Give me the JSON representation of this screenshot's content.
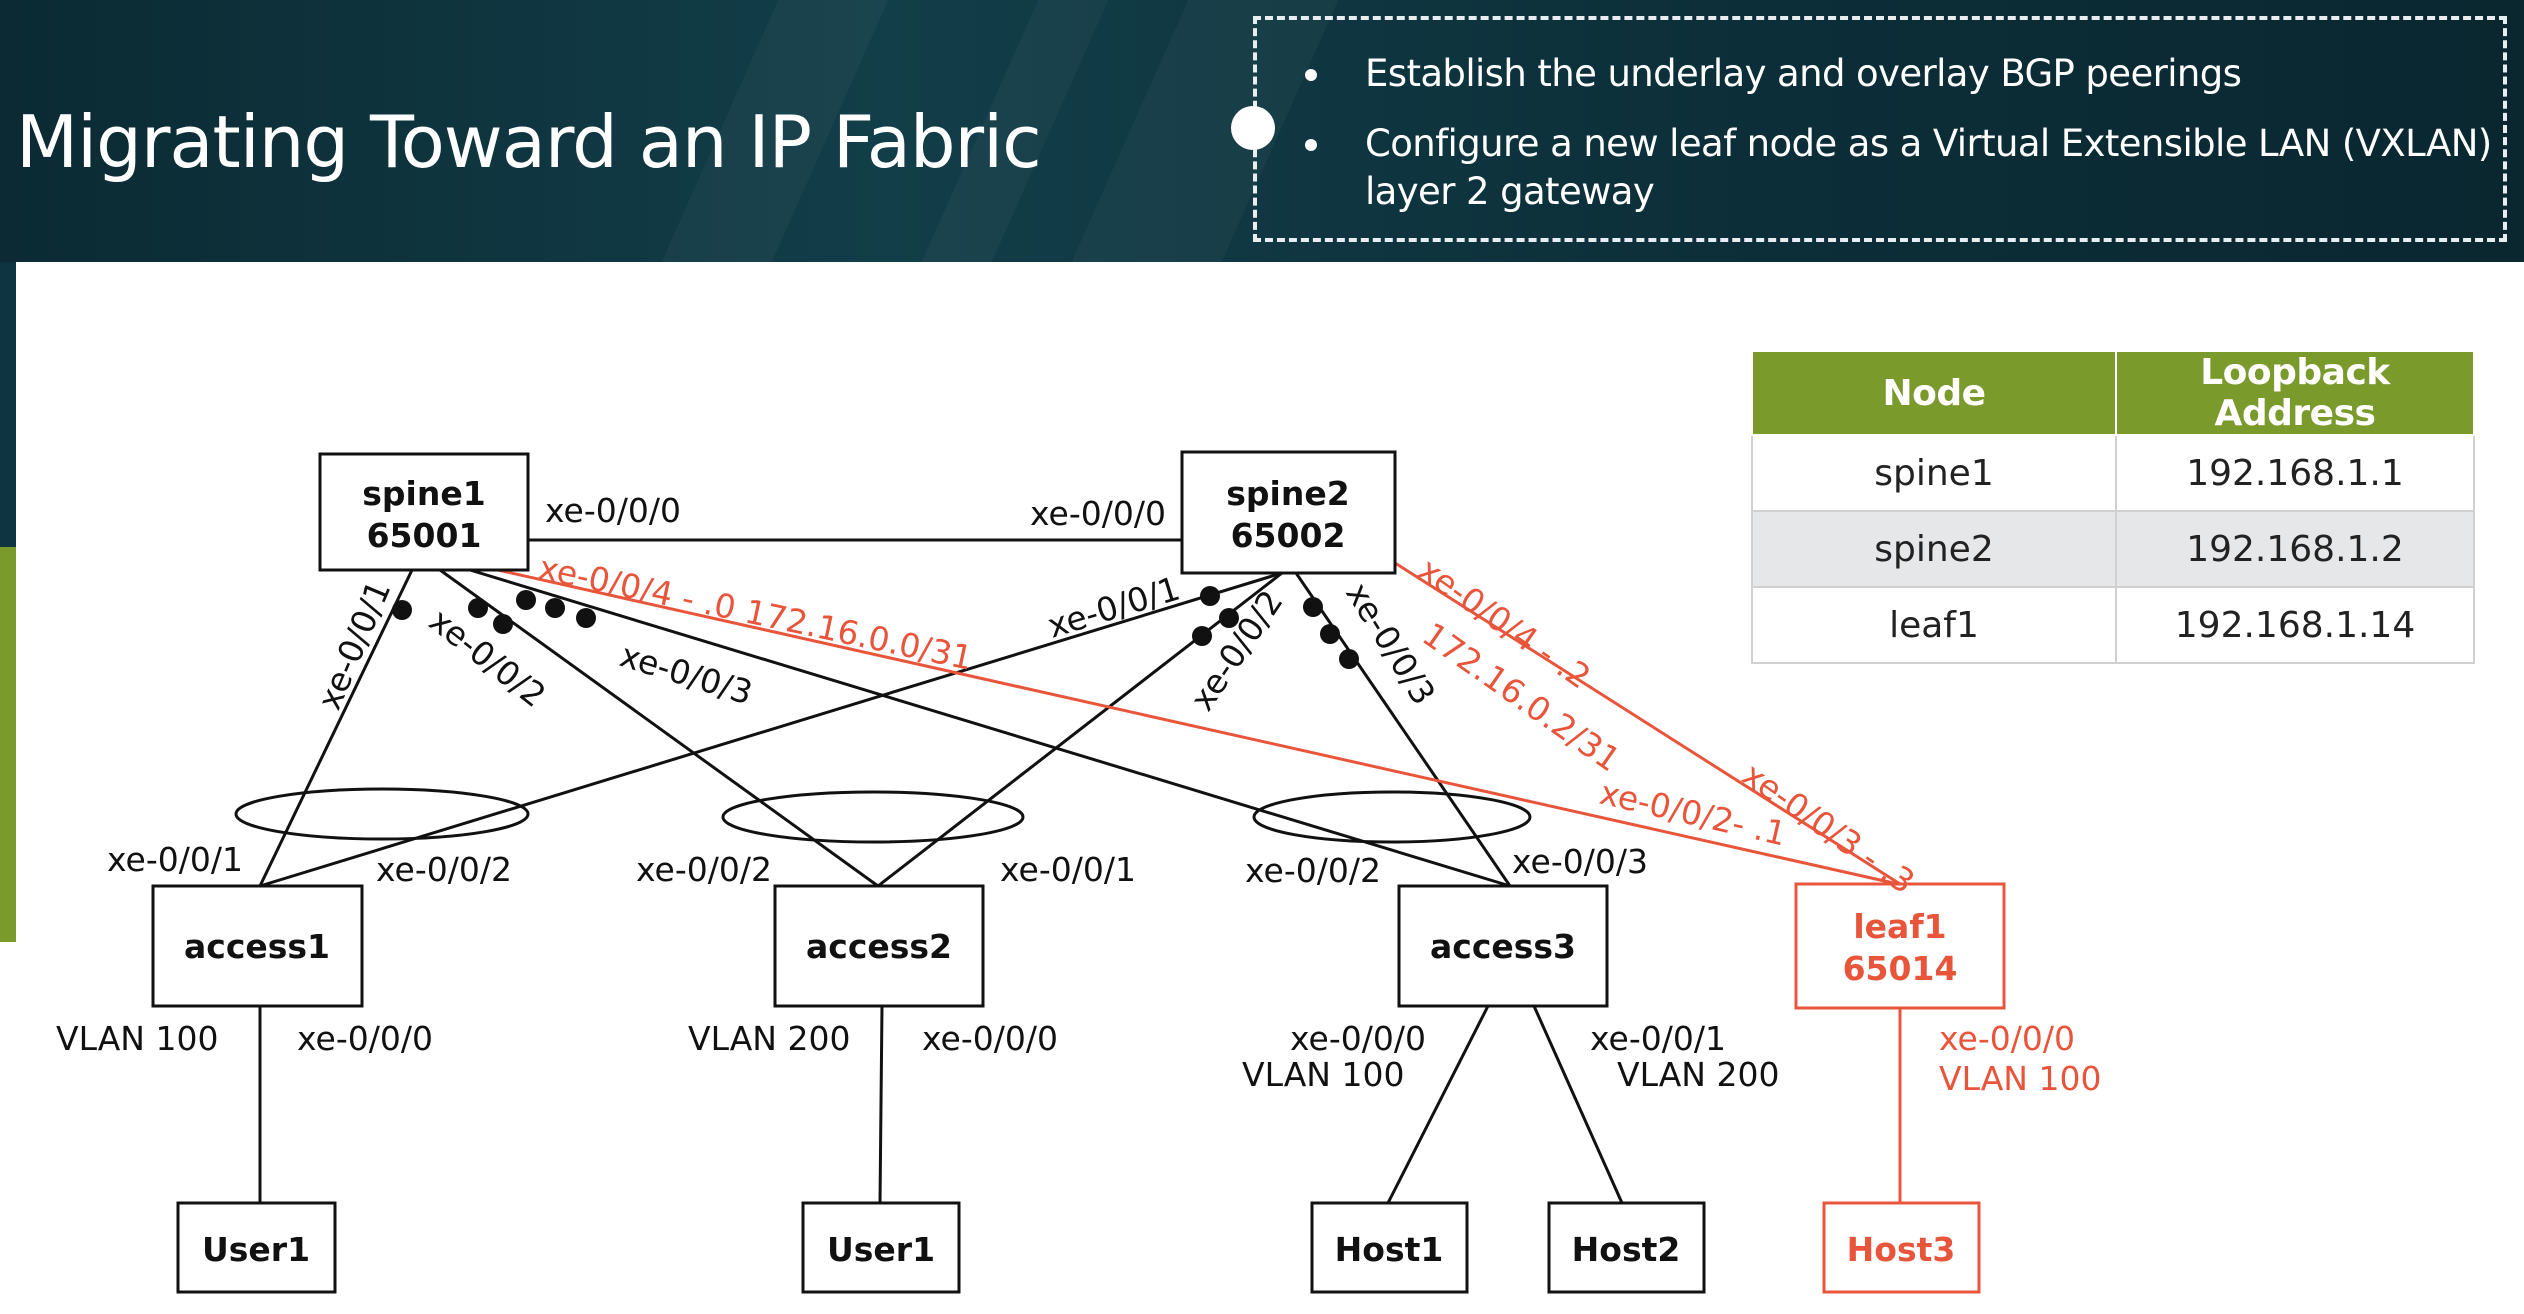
{
  "slide": {
    "title": "Migrating Toward an IP Fabric",
    "bullets": [
      "Establish the underlay and overlay BGP peerings",
      "Configure a new leaf node as a Virtual Extensible LAN (VXLAN) layer 2 gateway"
    ]
  },
  "colors": {
    "header_bg": "#0d3440",
    "accent_green": "#7a9a2c",
    "new_element_red": "#e8553a",
    "line_black": "#111111"
  },
  "diagram": {
    "nodes": {
      "spine1": {
        "name": "spine1",
        "asn": "65001"
      },
      "spine2": {
        "name": "spine2",
        "asn": "65002"
      },
      "leaf1": {
        "name": "leaf1",
        "asn": "65014"
      },
      "access1": {
        "name": "access1"
      },
      "access2": {
        "name": "access2"
      },
      "access3": {
        "name": "access3"
      },
      "user1_a": {
        "name": "User1"
      },
      "user1_b": {
        "name": "User1"
      },
      "host1": {
        "name": "Host1"
      },
      "host2": {
        "name": "Host2"
      },
      "host3": {
        "name": "Host3"
      }
    },
    "labels": {
      "spine1_xe000": "xe-0/0/0",
      "spine2_xe000": "xe-0/0/0",
      "spine1_xe001": "xe-0/0/1",
      "spine1_xe002": "xe-0/0/2",
      "spine1_xe003": "xe-0/0/3",
      "spine1_leaf_link": "xe-0/0/4 - .0  172.16.0.0/31",
      "spine2_xe001": "xe-0/0/1",
      "spine2_xe002": "xe-0/0/2",
      "spine2_xe003": "xe-0/0/3",
      "spine2_leaf_if": "xe-0/0/4 - .2",
      "spine2_leaf_net": "172.16.0.2/31",
      "leaf_xe002": "xe-0/0/2- .1",
      "leaf_xe003": "xe-0/0/3 - .3",
      "access1_xe001": "xe-0/0/1",
      "access1_xe002": "xe-0/0/2",
      "access2_xe002": "xe-0/0/2",
      "access2_xe001": "xe-0/0/1",
      "access3_xe002": "xe-0/0/2",
      "access3_xe003": "xe-0/0/3",
      "access1_vlan": "VLAN 100",
      "access1_xe000": "xe-0/0/0",
      "access2_vlan": "VLAN 200",
      "access2_xe000": "xe-0/0/0",
      "access3_h1_if": "xe-0/0/0",
      "access3_h1_vlan": "VLAN 100",
      "access3_h2_if": "xe-0/0/1",
      "access3_h2_vlan": "VLAN 200",
      "leaf1_host_if": "xe-0/0/0",
      "leaf1_host_vlan": "VLAN 100"
    }
  },
  "loopback_table": {
    "headers": [
      "Node",
      "Loopback Address"
    ],
    "rows": [
      [
        "spine1",
        "192.168.1.1"
      ],
      [
        "spine2",
        "192.168.1.2"
      ],
      [
        "leaf1",
        "192.168.1.14"
      ]
    ]
  }
}
